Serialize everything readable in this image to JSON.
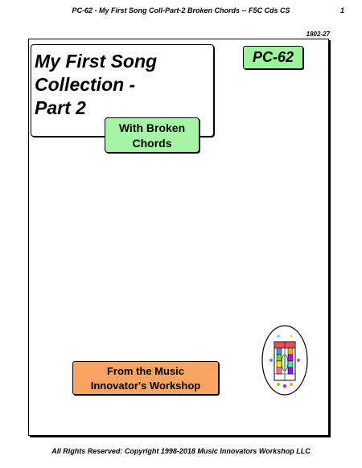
{
  "header": {
    "title": "PC-62 - My First Song Coll-Part-2 Broken Chords -- F5C Cds CS",
    "page_number": "1"
  },
  "code_number": "1802-27",
  "title": {
    "line1": "My First Song",
    "line2": "Collection -",
    "line3": "Part 2"
  },
  "badge": "PC-62",
  "subtitle": {
    "line1": "With Broken",
    "line2": "Chords"
  },
  "publisher": {
    "line1": "From the Music",
    "line2": "Innovator's Workshop"
  },
  "logo": {
    "icon": "music-innovators-logo-icon"
  },
  "footer": "All Rights Reserved: Copyright 1998-2018  Music Innovators Workshop LLC",
  "colors": {
    "badge_green": "#9cf59c",
    "subtitle_green": "#a6f5a6",
    "publisher_orange": "#f9a460"
  }
}
